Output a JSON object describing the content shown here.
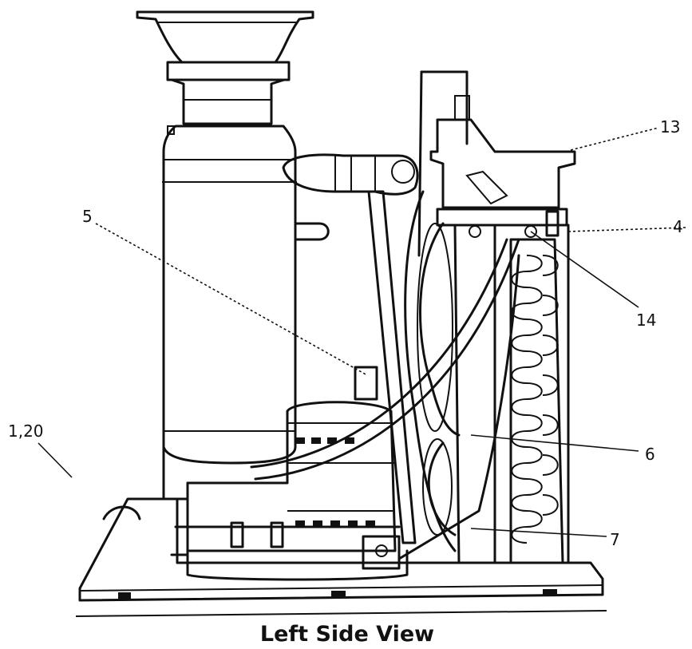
{
  "caption": "Left Side View",
  "callouts": {
    "c13": "13",
    "c4": "4",
    "c14": "14",
    "c5": "5",
    "c6": "6",
    "c7": "7",
    "c120": "1,20"
  }
}
